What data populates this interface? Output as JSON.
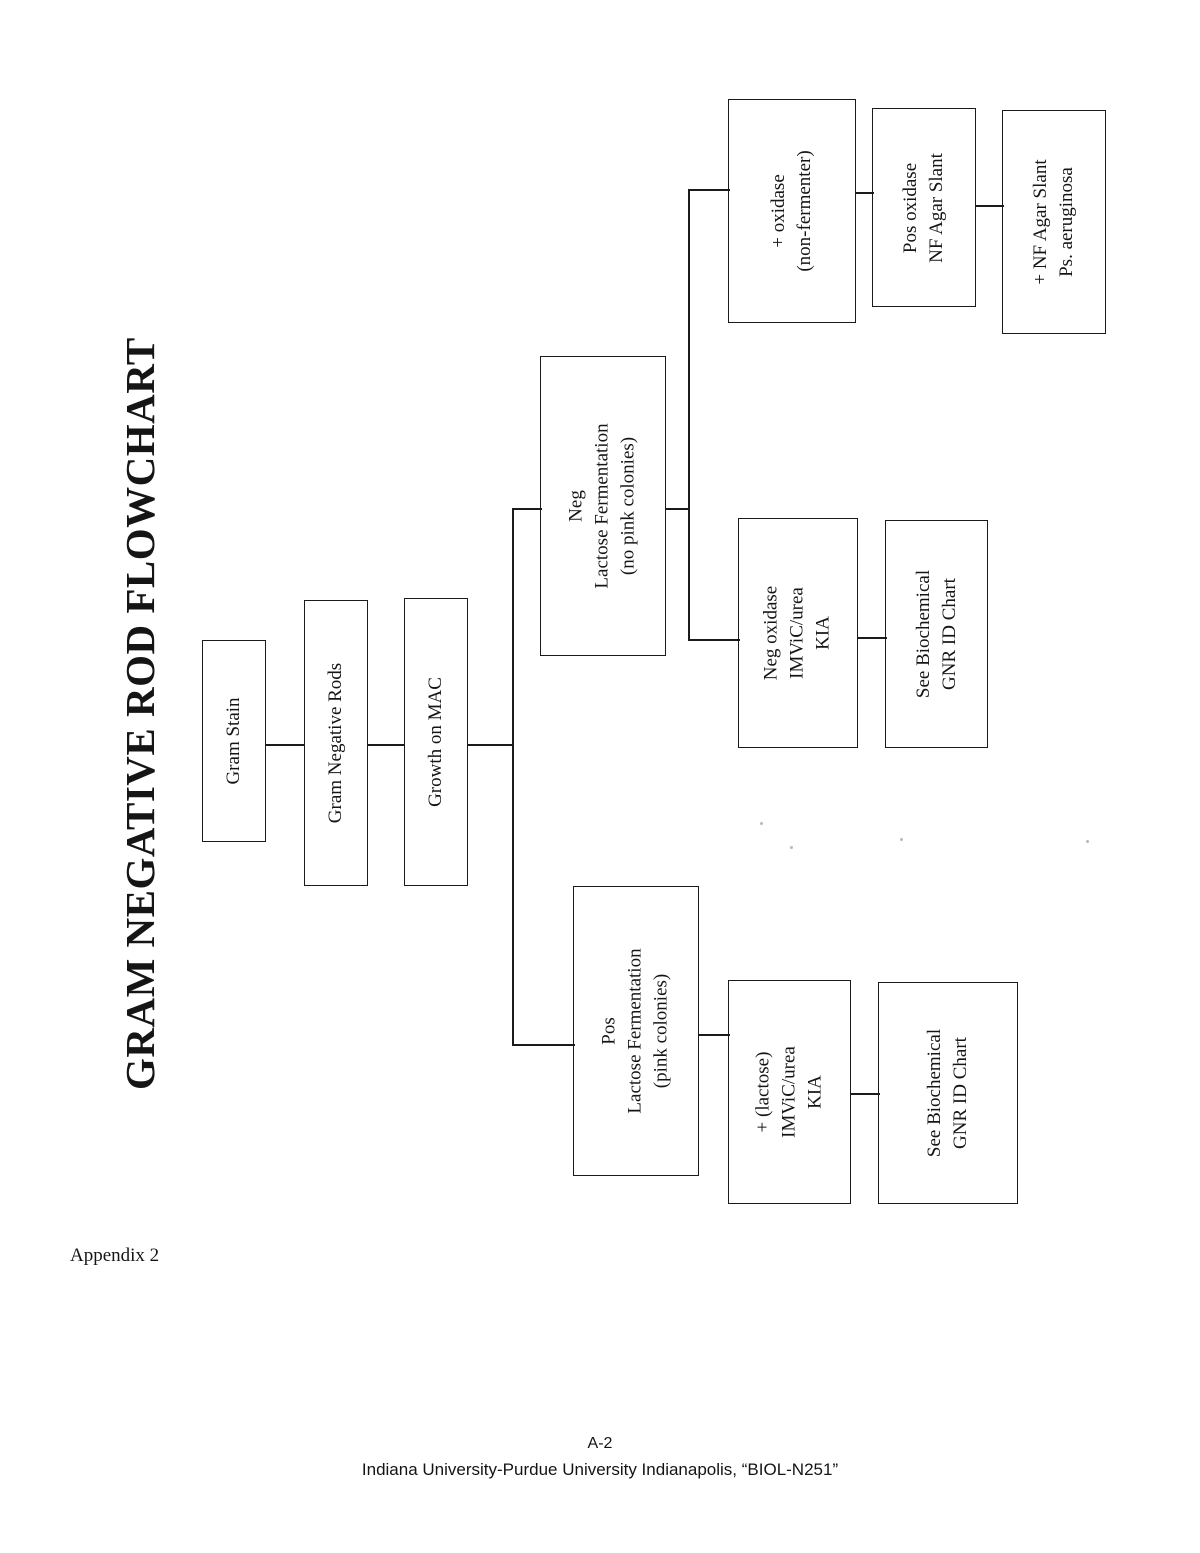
{
  "document": {
    "title": "GRAM NEGATIVE ROD FLOWCHART",
    "appendix_label": "Appendix 2",
    "footer": {
      "page_number": "A-2",
      "source": "Indiana University-Purdue University Indianapolis, “BIOL-N251”"
    },
    "ink_color": "#1b1b1b",
    "background_color": "#ffffff"
  },
  "chart_data": {
    "type": "diagram",
    "title": "GRAM NEGATIVE ROD FLOWCHART",
    "orientation": "rotated-90-ccw",
    "nodes": [
      {
        "id": "gram-stain",
        "lines": [
          "Gram Stain"
        ]
      },
      {
        "id": "gram-negative-rods",
        "lines": [
          "Gram Negative Rods"
        ]
      },
      {
        "id": "growth-on-mac",
        "lines": [
          "Growth on MAC"
        ]
      },
      {
        "id": "neg-lactose",
        "lines": [
          "Neg",
          "Lactose Fermentation",
          "(no pink colonies)"
        ]
      },
      {
        "id": "pos-lactose",
        "lines": [
          "Pos",
          "Lactose Fermentation",
          "(pink colonies)"
        ]
      },
      {
        "id": "plus-oxidase",
        "lines": [
          "+ oxidase",
          "(non-fermenter)"
        ]
      },
      {
        "id": "pos-oxidase-nf",
        "lines": [
          "Pos oxidase",
          "NF Agar Slant"
        ]
      },
      {
        "id": "plus-nf-agar",
        "lines": [
          "+ NF Agar Slant",
          "Ps. aeruginosa"
        ]
      },
      {
        "id": "neg-oxidase",
        "lines": [
          "Neg oxidase",
          "IMViC/urea",
          "KIA"
        ]
      },
      {
        "id": "see-biochemical-neg",
        "lines": [
          "See Biochemical",
          "GNR ID Chart"
        ]
      },
      {
        "id": "plus-lactose",
        "lines": [
          "+ (lactose)",
          "IMViC/urea",
          "KIA"
        ]
      },
      {
        "id": "see-biochemical-pos",
        "lines": [
          "See Biochemical",
          "GNR ID Chart"
        ]
      }
    ],
    "edges": [
      {
        "from": "gram-stain",
        "to": "gram-negative-rods"
      },
      {
        "from": "gram-negative-rods",
        "to": "growth-on-mac"
      },
      {
        "from": "growth-on-mac",
        "to": "neg-lactose"
      },
      {
        "from": "growth-on-mac",
        "to": "pos-lactose"
      },
      {
        "from": "neg-lactose",
        "to": "plus-oxidase"
      },
      {
        "from": "neg-lactose",
        "to": "neg-oxidase"
      },
      {
        "from": "plus-oxidase",
        "to": "pos-oxidase-nf"
      },
      {
        "from": "pos-oxidase-nf",
        "to": "plus-nf-agar"
      },
      {
        "from": "neg-oxidase",
        "to": "see-biochemical-neg"
      },
      {
        "from": "pos-lactose",
        "to": "plus-lactose"
      },
      {
        "from": "plus-lactose",
        "to": "see-biochemical-pos"
      }
    ]
  }
}
